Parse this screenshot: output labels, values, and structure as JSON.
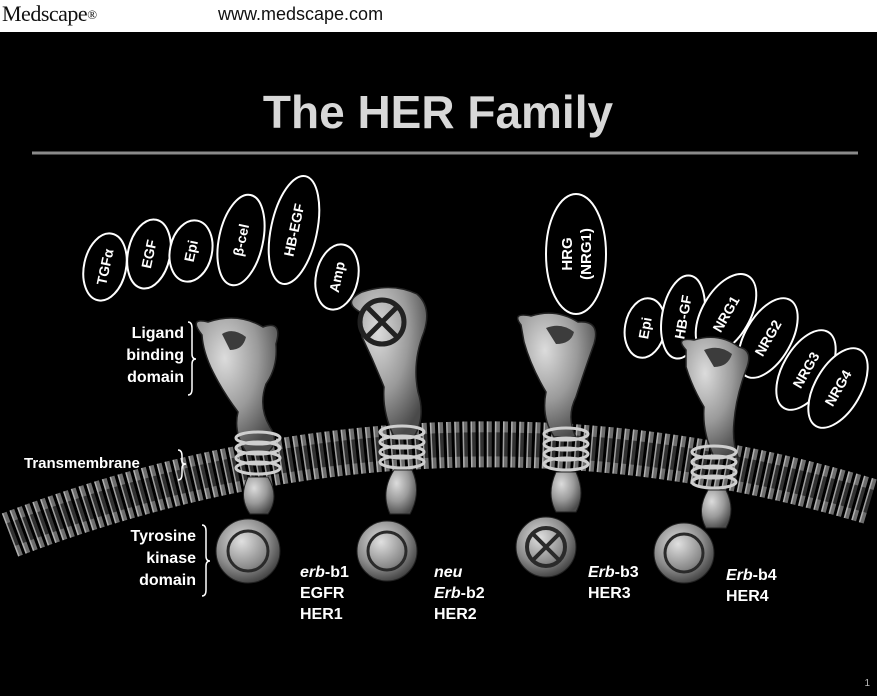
{
  "header": {
    "brand": "Medscape",
    "brand_mark": "®",
    "url": "www.medscape.com"
  },
  "slide": {
    "title": "The HER Family",
    "page_number": "1"
  },
  "domain_labels": {
    "ligand": [
      "Ligand",
      "binding",
      "domain"
    ],
    "transmembrane": "Transmembrane",
    "kinase": [
      "Tyrosine",
      "kinase",
      "domain"
    ]
  },
  "ligand_groups": {
    "egfr": [
      "TGFα",
      "EGF",
      "Epi",
      "β-cel",
      "HB-EGF",
      "Amp"
    ],
    "her3": [
      "HRG",
      "(NRG1)"
    ],
    "her4": [
      "Epi",
      "HB-GF",
      "NRG1",
      "NRG2",
      "NRG3",
      "NRG4"
    ]
  },
  "receptors": [
    {
      "italic": "erb",
      "rest": "-b1",
      "line2": "EGFR",
      "line3": "HER1"
    },
    {
      "italic": "neu",
      "rest": "",
      "line2_italic": "Erb",
      "line2": "-b2",
      "line3": "HER2"
    },
    {
      "italic": "Erb",
      "rest": "-b3",
      "line2": "HER3"
    },
    {
      "italic": "Erb",
      "rest": "-b4",
      "line2": "HER4"
    }
  ],
  "colors": {
    "background": "#000000",
    "title": "#d8d8d8",
    "protein": "#9a9a9a",
    "membrane": "#bdbdbd",
    "text": "#ffffff"
  }
}
